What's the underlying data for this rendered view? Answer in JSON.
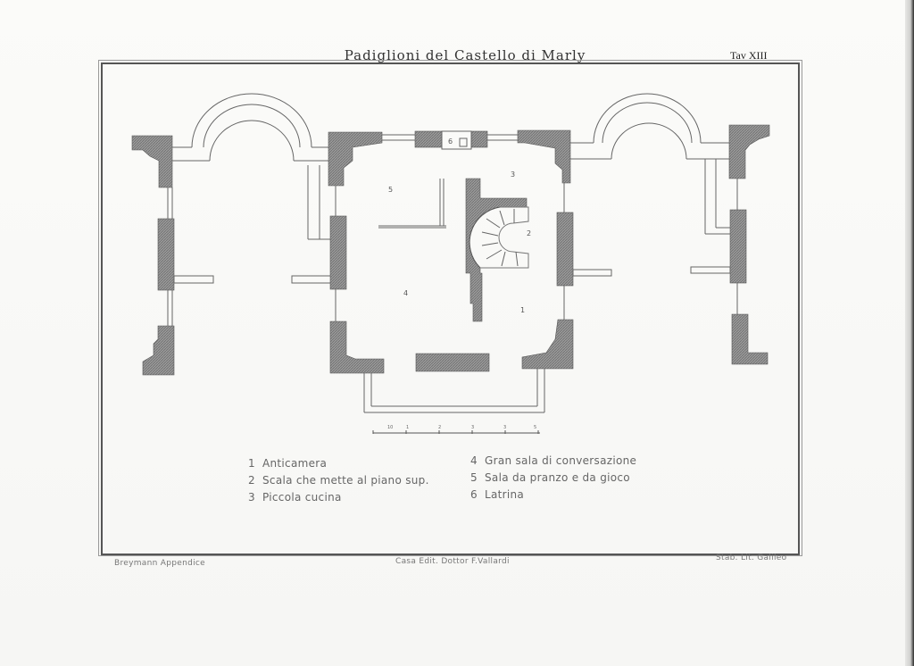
{
  "plate": {
    "title": "Padiglioni  del  Castello di Marly",
    "plate_number": "Tav XIII"
  },
  "room_numbers": {
    "r1": "1",
    "r2": "2",
    "r3": "3",
    "r4": "4",
    "r5": "5",
    "r6": "6"
  },
  "scale_bar": {
    "ticks": [
      "10",
      "1",
      "2",
      "3",
      "3",
      "5"
    ]
  },
  "legend": {
    "left": [
      {
        "num": "1",
        "text": "Anticamera"
      },
      {
        "num": "2",
        "text": "Scala che mette al piano sup."
      },
      {
        "num": "3",
        "text": "Piccola cucina"
      }
    ],
    "right": [
      {
        "num": "4",
        "text": "Gran sala di conversazione"
      },
      {
        "num": "5",
        "text": "Sala da pranzo e da gioco"
      },
      {
        "num": "6",
        "text": "Latrina"
      }
    ]
  },
  "footer": {
    "left": "Breymann Appendice",
    "center": "Casa Edit. Dottor F.Vallardi",
    "right": "Stab. Lit. Galileo"
  },
  "colors": {
    "wall_fill": "#8f8f8f",
    "line": "#666666",
    "paper": "#fbfbf9"
  }
}
